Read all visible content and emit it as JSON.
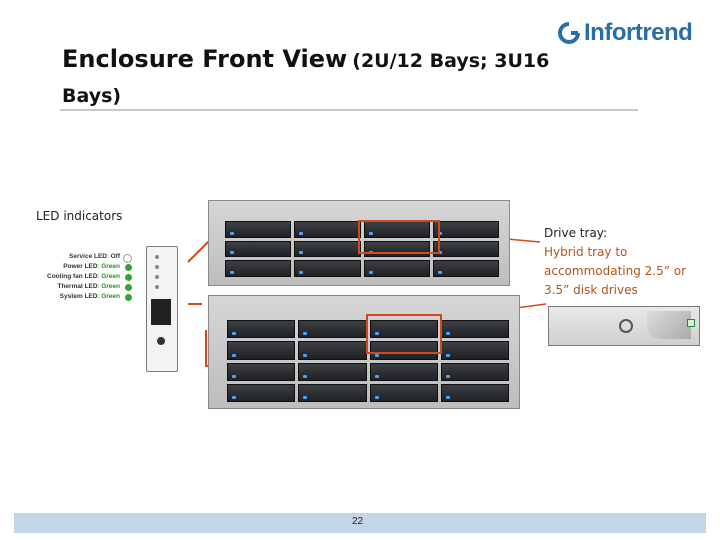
{
  "logo": {
    "text": "Infortrend",
    "color": "#2a6ea8"
  },
  "title": {
    "main": "Enclosure Front View",
    "sub": "(2U/12 Bays; 3U16",
    "line2": "Bays)"
  },
  "labels": {
    "led_indicators": "LED indicators",
    "drive_tray_title": "Drive tray:",
    "drive_tray_desc": "Hybrid tray to accommodating 2.5” or 3.5” disk drives"
  },
  "led_legend": [
    {
      "label": "Service LED",
      "status": "Off",
      "color": "#ffffff"
    },
    {
      "label": "Power LED",
      "status": "Green",
      "color": "#37a337"
    },
    {
      "label": "Cooling fan LED",
      "status": "Green",
      "color": "#37a337"
    },
    {
      "label": "Thermal LED",
      "status": "Green",
      "color": "#37a337"
    },
    {
      "label": "System LED",
      "status": "Green",
      "color": "#37a337"
    }
  ],
  "colors": {
    "accent": "#d04a1a",
    "footer": "#c5d5e8",
    "drive_desc": "#b4541a"
  },
  "footer": {
    "page_number": "22"
  }
}
